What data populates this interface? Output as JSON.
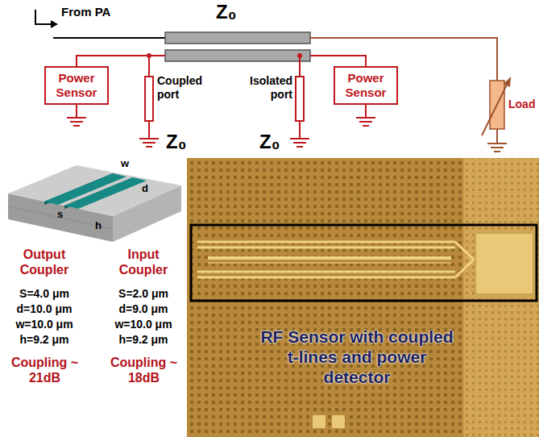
{
  "diagram": {
    "nodes": [
      {
        "text": [
          "Power Sensor"
        ]
      },
      {
        "text": [
          "Power Sensor"
        ]
      }
    ],
    "labels": [
      "From PA",
      "Z₀",
      "Coupled port",
      "Isolated port",
      "Load",
      "Z₀",
      "Z₀",
      "w",
      "d",
      "s",
      "h",
      "Output Coupler",
      "S=4.0 μm",
      "d=10.0 μm",
      "w=10.0 μm",
      "h=9.2 μm",
      "Coupling ~ 21dB",
      "Input Coupler",
      "S=2.0 μm",
      "d=9.0 μm",
      "w=10.0 μm",
      "h=9.2 μm",
      "Coupling ~ 18dB",
      "RF Sensor with coupled t-lines and power detector"
    ]
  }
}
